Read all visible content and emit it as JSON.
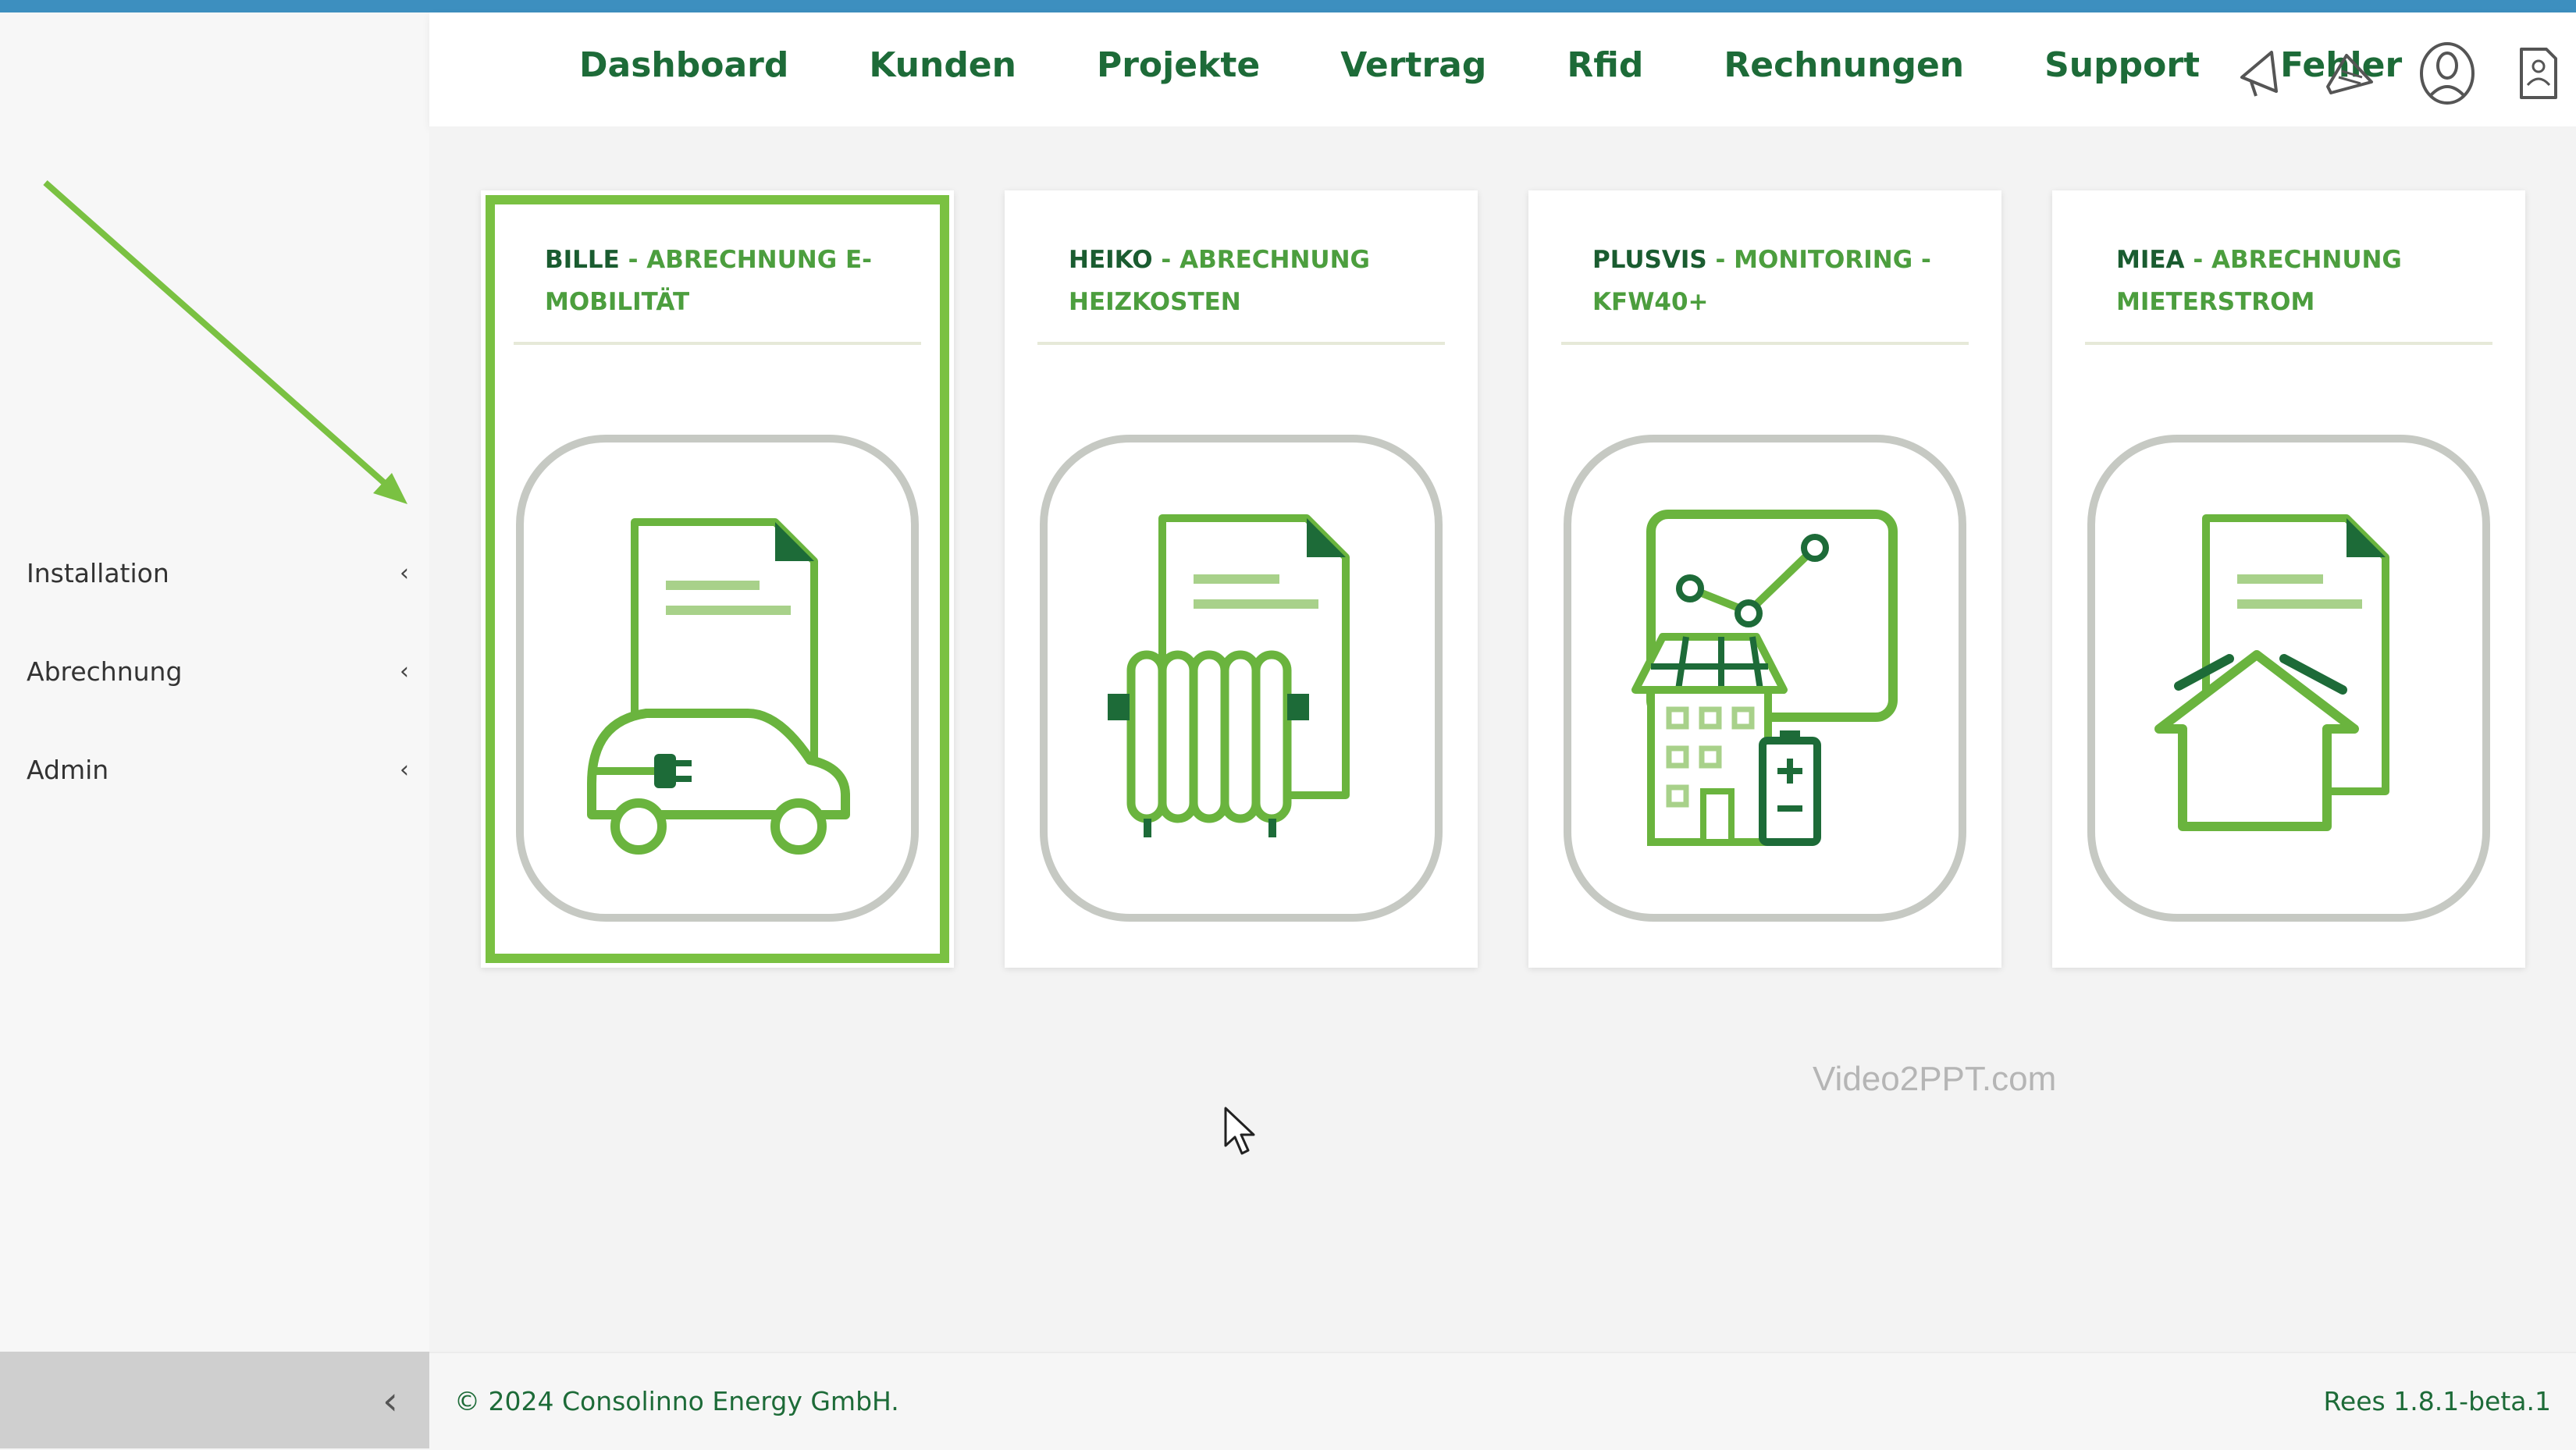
{
  "header": {
    "nav": [
      "Dashboard",
      "Kunden",
      "Projekte",
      "Vertrag",
      "Rfid",
      "Rechnungen",
      "Support",
      "Fehler"
    ],
    "icons": [
      "megaphone-icon",
      "sign-out-icon",
      "user-circle-icon",
      "document-user-icon"
    ]
  },
  "sidebar": {
    "items": [
      {
        "label": "Installation"
      },
      {
        "label": "Abrechnung"
      },
      {
        "label": "Admin"
      }
    ]
  },
  "cards": [
    {
      "brand": "BILLE",
      "rest": " - ABRECHNUNG E-MOBILITÄT",
      "icon": "ev-billing-icon",
      "selected": true
    },
    {
      "brand": "HEIKO",
      "rest": " - ABRECHNUNG HEIZKOSTEN",
      "icon": "heating-billing-icon",
      "selected": false
    },
    {
      "brand": "PLUSVIS",
      "rest": " - MONITORING - KFW40+",
      "icon": "monitoring-icon",
      "selected": false
    },
    {
      "brand": "MIEA",
      "rest": " - ABRECHNUNG MIETERSTROM",
      "icon": "tenant-power-icon",
      "selected": false
    }
  ],
  "watermark": "Video2PPT.com",
  "footer": {
    "copyright": "© 2024 Consolinno Energy GmbH.",
    "version": "Rees 1.8.1-beta.1"
  },
  "colors": {
    "brand_dark": "#1d6b38",
    "brand_light": "#7ac142",
    "icon_green": "#6ab43e",
    "topline": "#3d8fbf"
  }
}
